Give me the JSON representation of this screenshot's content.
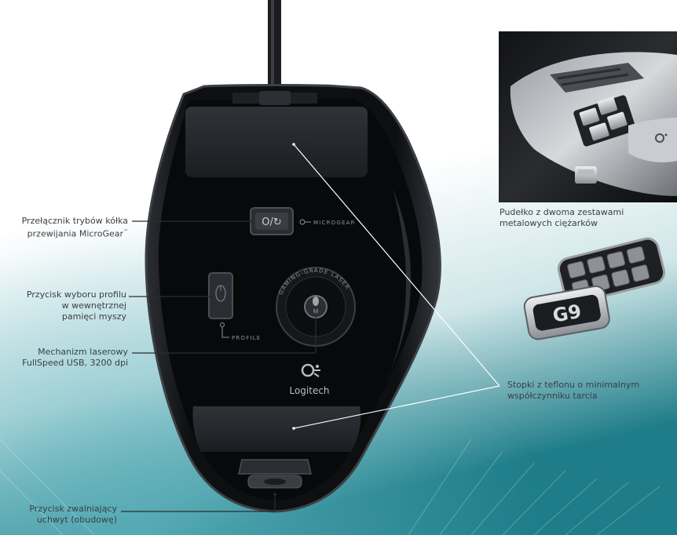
{
  "callouts": {
    "scroll_switch": {
      "line1": "Przełącznik trybów kółka",
      "line2": "przewijania MicroGear",
      "tm": "™"
    },
    "profile_button": {
      "line1": "Przycisk wyboru profilu",
      "line2": "w wewnętrznej",
      "line3": "pamięci myszy"
    },
    "laser": {
      "line1": "Mechanizm laserowy",
      "line2": "FullSpeed USB, 3200 dpi"
    },
    "release_button": {
      "line1": "Przycisk zwalniający",
      "line2": "uchwyt (obudowę)"
    },
    "feet": {
      "line1": "Stopki z teflonu o minimalnym",
      "line2": "współczynniku tarcia"
    },
    "weights_box": {
      "line1": "Pudełko z dwoma zestawami",
      "line2": "metalowych ciężarków"
    }
  },
  "mouse_markings": {
    "switch_label": "MICROGEAR",
    "switch_symbol": "O/↻",
    "profile_label": "PROFILE",
    "laser_ring_text": "GAMING-GRADE LASER",
    "brand": "Logitech"
  },
  "weights_case": {
    "model": "G9"
  },
  "colors": {
    "background_top": "#ffffff",
    "background_bottom": "#1e7d89",
    "mouse_body": "#0d0e10",
    "mouse_rim": "#3c4045",
    "callout_text": "#3a3f44",
    "leader_line": "#2a2d31",
    "foot_line": "#ffffff"
  }
}
